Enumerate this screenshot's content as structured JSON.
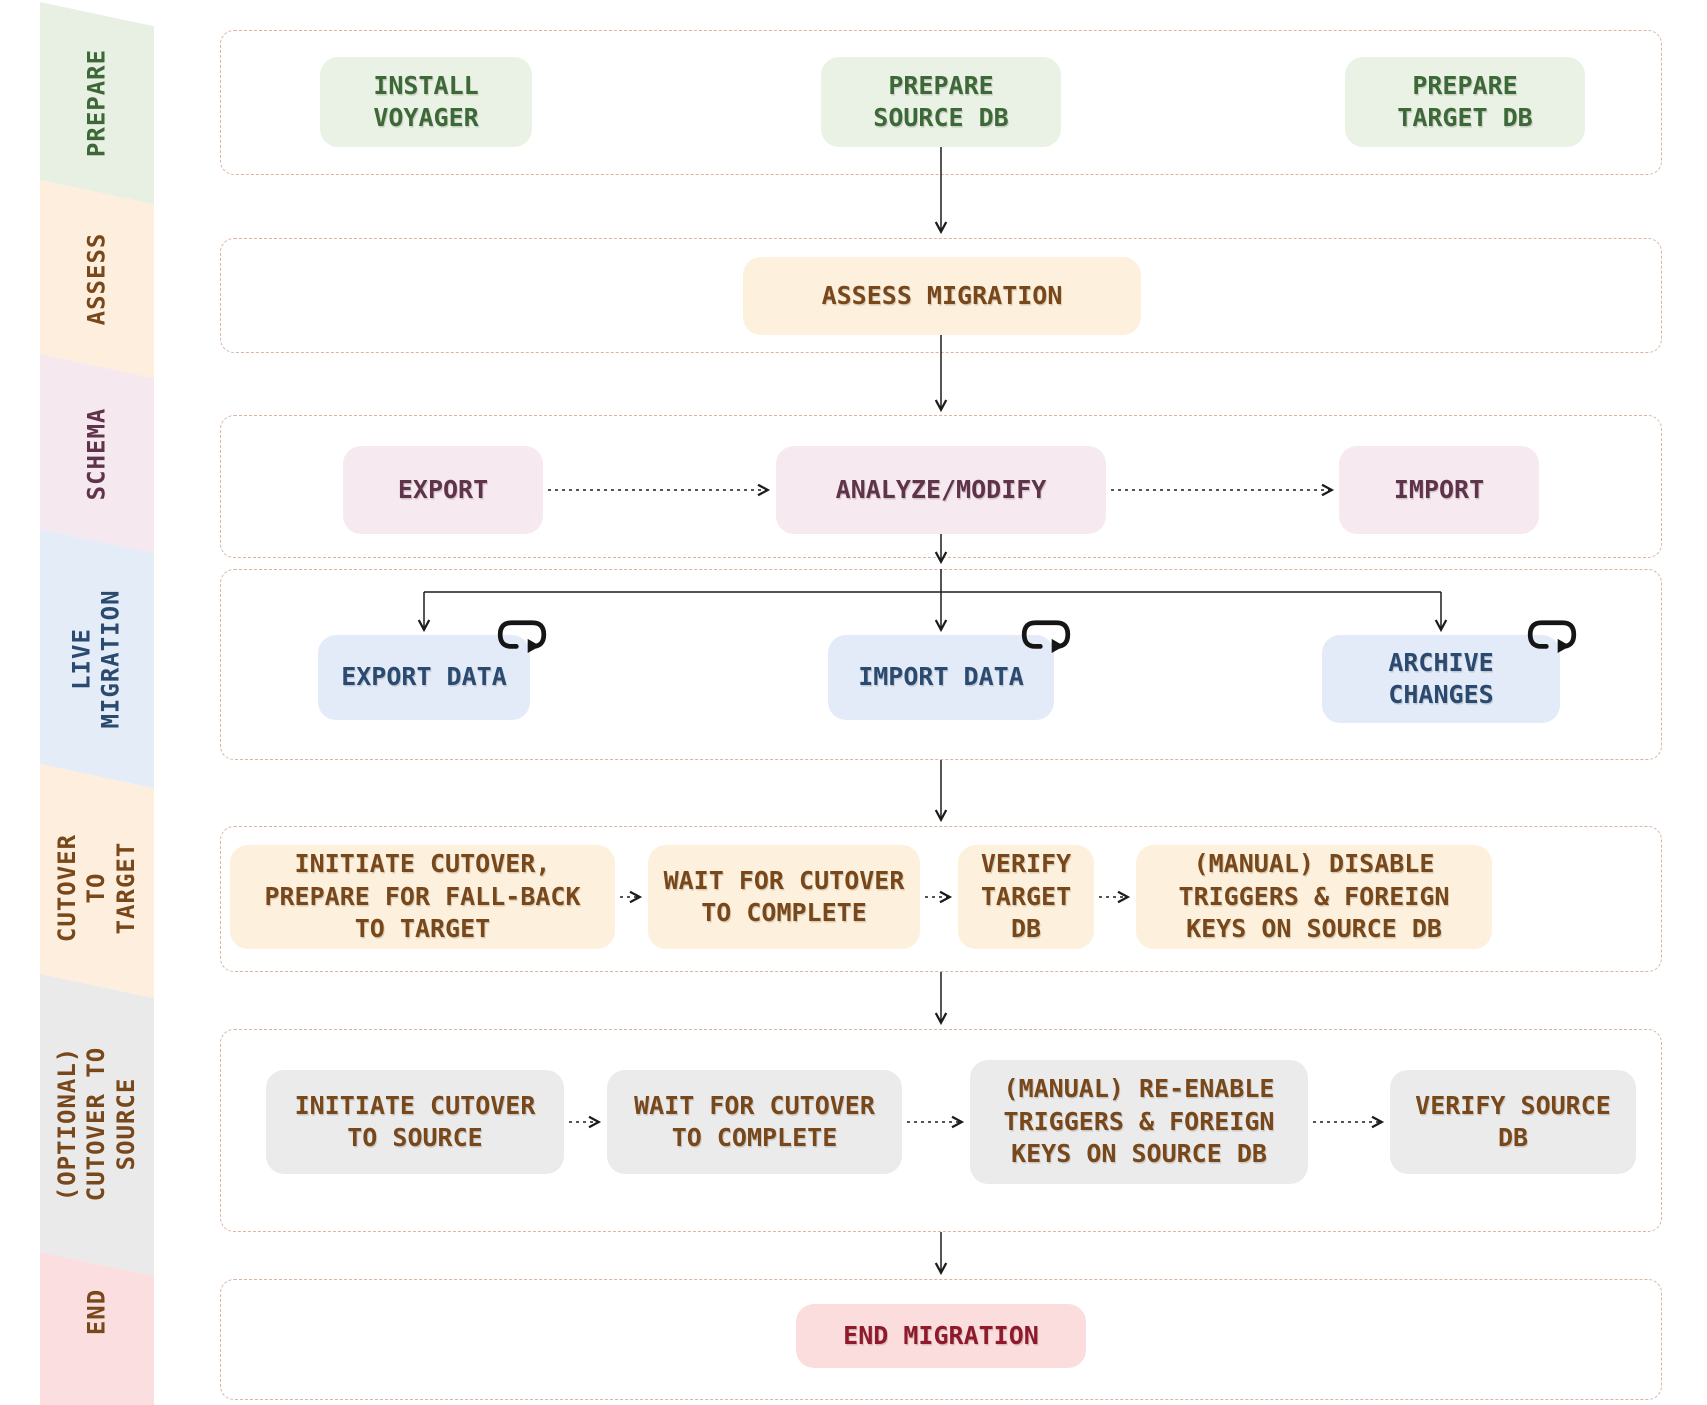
{
  "diagram": {
    "stages": [
      {
        "id": "prepare",
        "label": "PREPARE",
        "bg": "#e7f0e2",
        "fg": "#3d6837"
      },
      {
        "id": "assess",
        "label": "ASSESS",
        "bg": "#fdeedd",
        "fg": "#78471a"
      },
      {
        "id": "schema",
        "label": "SCHEMA",
        "bg": "#f5e8ee",
        "fg": "#5f3349"
      },
      {
        "id": "live-migration",
        "label": "LIVE\nMIGRATION",
        "bg": "#e4ecf8",
        "fg": "#2b4a70"
      },
      {
        "id": "cutover-to-target",
        "label": "CUTOVER TO\nTARGET",
        "bg": "#fdeedd",
        "fg": "#78471a"
      },
      {
        "id": "optional-cutover-to-source",
        "label": "(OPTIONAL)\nCUTOVER TO\nSOURCE",
        "bg": "#eaeaea",
        "fg": "#78471a"
      },
      {
        "id": "end",
        "label": "END",
        "bg": "#fbdfe0",
        "fg": "#78471a"
      }
    ],
    "rows": [
      {
        "stage": "prepare",
        "bg": "#e9f2e4",
        "fg": "#3d6837",
        "boxes": [
          {
            "label": "INSTALL\nVOYAGER"
          },
          {
            "label": "PREPARE\nSOURCE DB"
          },
          {
            "label": "PREPARE\nTARGET DB"
          }
        ]
      },
      {
        "stage": "assess",
        "bg": "#fdf0dc",
        "fg": "#78471a",
        "boxes": [
          {
            "label": "ASSESS MIGRATION"
          }
        ]
      },
      {
        "stage": "schema",
        "bg": "#f6e9ef",
        "fg": "#5f3349",
        "boxes": [
          {
            "label": "EXPORT"
          },
          {
            "label": "ANALYZE/MODIFY"
          },
          {
            "label": "IMPORT"
          }
        ]
      },
      {
        "stage": "live-migration",
        "bg": "#e3ebf8",
        "fg": "#2b4a70",
        "boxes": [
          {
            "label": "EXPORT DATA",
            "icon": "loop-arrow-icon"
          },
          {
            "label": "IMPORT DATA",
            "icon": "loop-arrow-icon"
          },
          {
            "label": "ARCHIVE\nCHANGES",
            "icon": "loop-arrow-icon"
          }
        ]
      },
      {
        "stage": "cutover-to-target",
        "bg": "#fdf0dc",
        "fg": "#78471a",
        "boxes": [
          {
            "label": "INITIATE CUTOVER,\nPREPARE FOR FALL-BACK\nTO TARGET"
          },
          {
            "label": "WAIT FOR CUTOVER\nTO COMPLETE"
          },
          {
            "label": "VERIFY\nTARGET\nDB"
          },
          {
            "label": "(MANUAL) DISABLE\nTRIGGERS & FOREIGN\nKEYS ON SOURCE DB"
          }
        ]
      },
      {
        "stage": "optional-cutover-to-source",
        "bg": "#ebebeb",
        "fg": "#78471a",
        "boxes": [
          {
            "label": "INITIATE CUTOVER\nTO SOURCE"
          },
          {
            "label": "WAIT FOR CUTOVER\nTO COMPLETE"
          },
          {
            "label": "(MANUAL) RE-ENABLE\nTRIGGERS & FOREIGN\nKEYS ON SOURCE DB"
          },
          {
            "label": "VERIFY SOURCE\nDB"
          }
        ]
      },
      {
        "stage": "end",
        "bg": "#fcdddd",
        "fg": "#8e1a2c",
        "boxes": [
          {
            "label": "END MIGRATION"
          }
        ]
      }
    ],
    "colors": {
      "row_border": "#d8b5a2",
      "connector": "#1c1c1c",
      "loop_icon": "#161616",
      "background": "#ffffff"
    }
  }
}
